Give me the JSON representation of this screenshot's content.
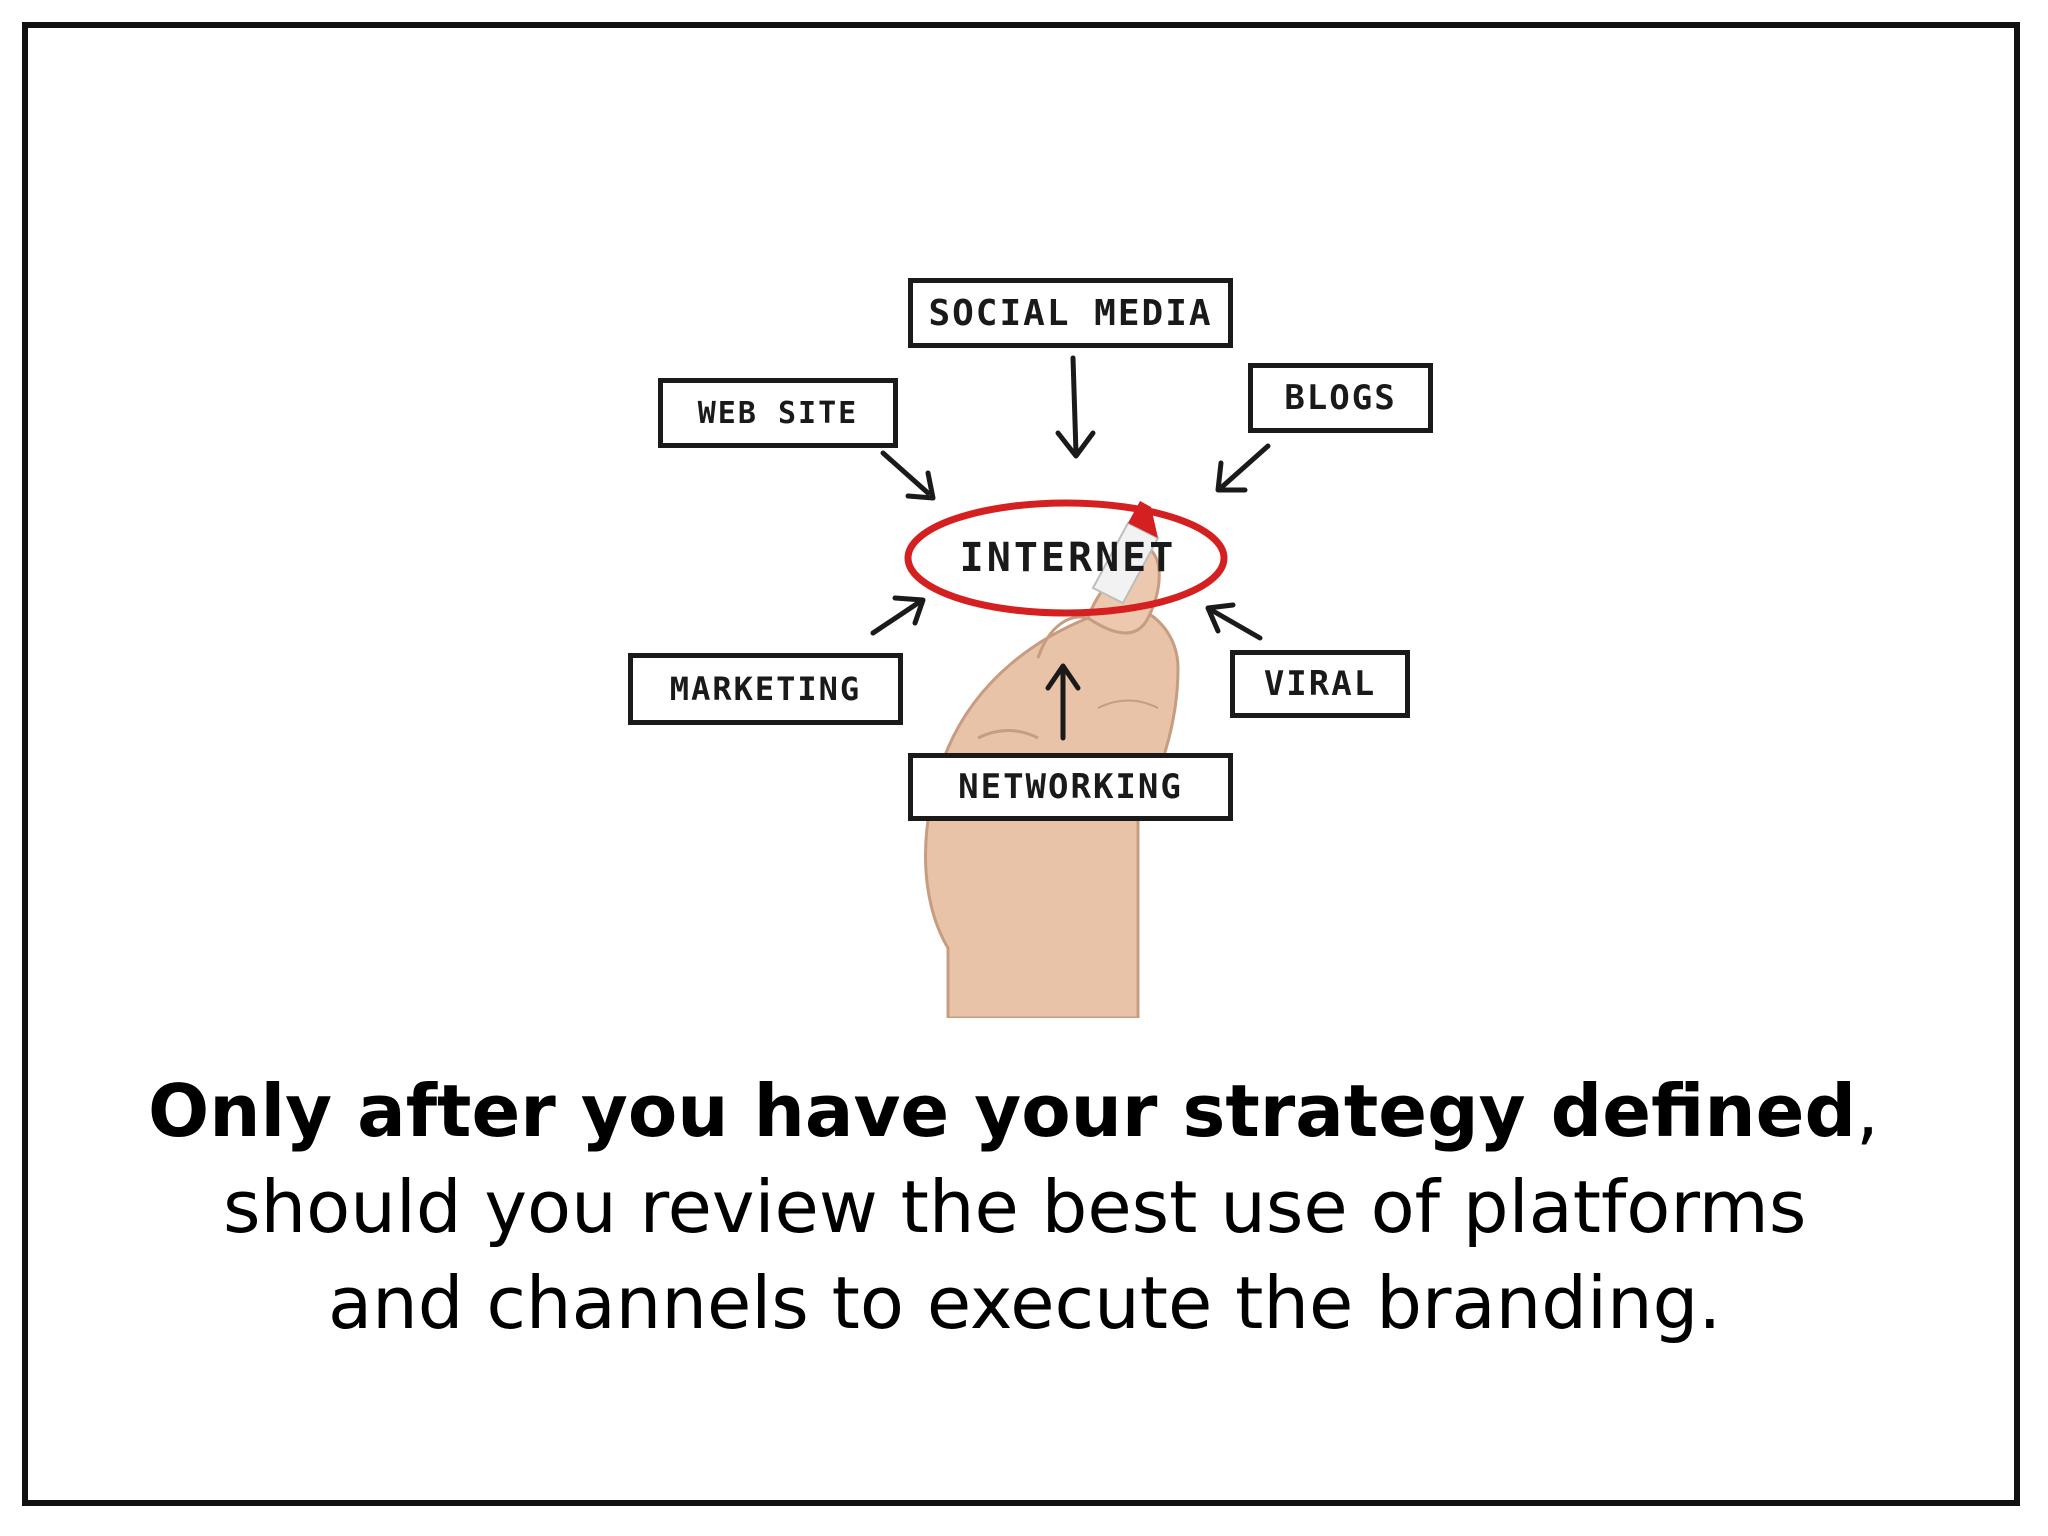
{
  "diagram": {
    "center": "INTERNET",
    "nodes": {
      "social_media": "SOCIAL MEDIA",
      "web_site": "WEB SITE",
      "blogs": "BLOGS",
      "marketing": "MARKETING",
      "viral": "VIRAL",
      "networking": "NETWORKING"
    },
    "colors": {
      "ink": "#1a1a1a",
      "highlight": "#d42020",
      "skin": "#e9c3a7"
    }
  },
  "caption": {
    "bold_text": "Only after you have your strategy defined",
    "comma": ",",
    "line2": "should you review the best use of platforms",
    "line3": "and channels to execute the branding."
  }
}
